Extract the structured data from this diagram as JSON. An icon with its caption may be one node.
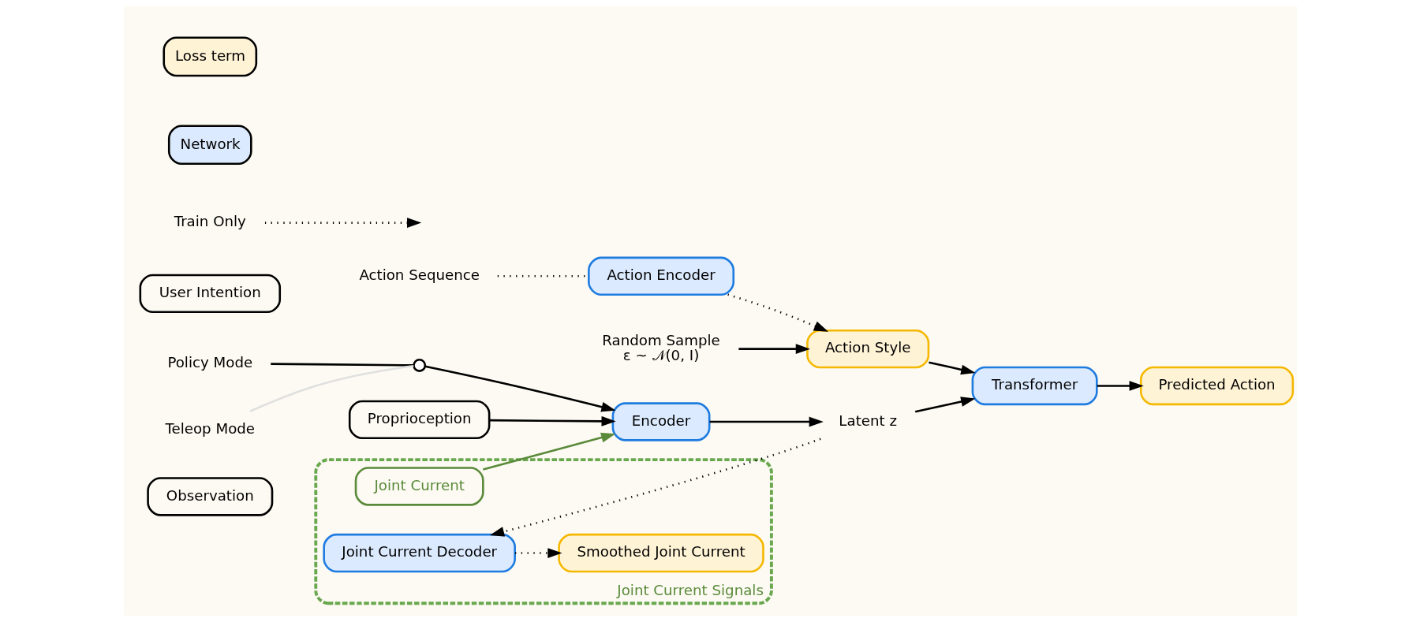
{
  "diagram": {
    "nodes": [
      {
        "text": [
          "Observation"
        ]
      },
      {
        "text": [
          "Policy Mode"
        ]
      },
      {
        "text": [
          "Teleop Mode"
        ]
      },
      {
        "text": [],
        "shape": "circle"
      },
      {
        "text": [
          "Action Sequence"
        ]
      },
      {
        "text": [
          "Action Encoder"
        ]
      },
      {
        "text": [
          "Action Style"
        ]
      },
      {
        "text": [
          "Random Sample",
          "ε ~ 𝒩(0, I)"
        ]
      },
      {
        "text": [
          "User Intention"
        ]
      },
      {
        "text": [
          "Encoder"
        ]
      },
      {
        "text": [
          "Latent z"
        ]
      },
      {
        "text": [
          "Transformer"
        ]
      },
      {
        "text": [
          "Predicted Action"
        ]
      },
      {
        "text": [
          "Proprioception"
        ]
      },
      {
        "text": [
          "Joint Current Signals"
        ]
      },
      {
        "text": [
          "Joint Current"
        ],
        "in": 14
      },
      {
        "text": [
          "Joint Current Decoder"
        ],
        "in": 14
      },
      {
        "text": [
          "Smoothed Joint Current"
        ],
        "in": 14
      }
    ],
    "edges": [
      {
        "from": 1,
        "to": 3,
        "arrow": "none"
      },
      {
        "from": 2,
        "to": 3,
        "arrow": "none",
        "color": "#e0e0e0"
      },
      {
        "from": 3,
        "to": 9,
        "arrow": "to"
      },
      {
        "from": 4,
        "to": 5,
        "arrow": "none",
        "style": "dashed"
      },
      {
        "from": 5,
        "to": 6,
        "arrow": "to",
        "style": "dashed"
      },
      {
        "from": 7,
        "to": 6,
        "arrow": "to"
      },
      {
        "from": 6,
        "to": 11,
        "arrow": "to"
      },
      {
        "from": 13,
        "to": 9,
        "arrow": "to"
      },
      {
        "from": 15,
        "to": 9,
        "arrow": "to",
        "color": "#5a8a3a"
      },
      {
        "from": 9,
        "to": 10,
        "arrow": "to"
      },
      {
        "from": 10,
        "to": 11,
        "arrow": "to"
      },
      {
        "from": 11,
        "to": 12,
        "arrow": "to"
      },
      {
        "from": 10,
        "to": 16,
        "arrow": "to",
        "style": "dashed"
      },
      {
        "from": 16,
        "to": 17,
        "arrow": "to",
        "style": "dashed"
      }
    ],
    "legend": [
      {
        "text": "Loss term",
        "color": "#fff3d6"
      },
      {
        "text": "Network",
        "color": "#dbeafe"
      },
      {
        "text": "Train Only"
      }
    ]
  }
}
